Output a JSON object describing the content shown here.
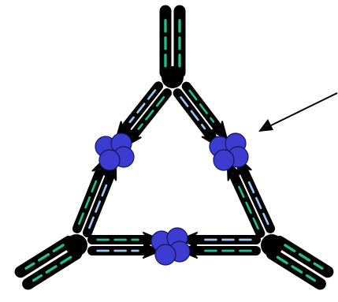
{
  "diagram": {
    "colors": {
      "background": "#ffffff",
      "chain_outline": "#000000",
      "heavy_chain_stripe": "#1fbf8f",
      "light_chain_stripe": "#9ec4ef",
      "bound_cluster_fill": "#3c3cd0",
      "bound_cluster_stroke": "#151560",
      "pointer_arrow": "#000000"
    },
    "icons": {
      "antibody_node": "y-shaped-antibody-hinge",
      "bound_cluster": "four-lobed-blue-cluster",
      "pointer": "arrow-pointing-left-down"
    },
    "counts": {
      "antibody_vertices": 3,
      "bound_clusters": 3,
      "pointer_arrows": 1
    }
  }
}
